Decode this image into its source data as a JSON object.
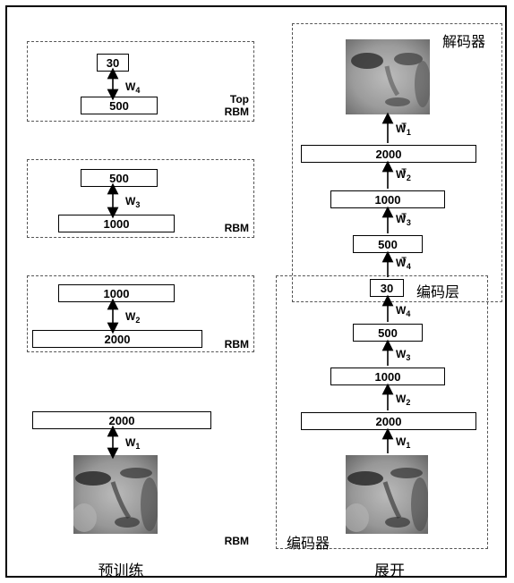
{
  "pretraining": {
    "caption": "预训练",
    "top_rbm": {
      "upper": "30",
      "lower": "500",
      "weight": "W",
      "weight_sub": "4",
      "tag_line1": "Top",
      "tag_line2": "RBM"
    },
    "rbm3": {
      "upper": "500",
      "lower": "1000",
      "weight": "W",
      "weight_sub": "3",
      "tag": "RBM"
    },
    "rbm2": {
      "upper": "1000",
      "lower": "2000",
      "weight": "W",
      "weight_sub": "2",
      "tag": "RBM"
    },
    "rbm1": {
      "upper": "2000",
      "weight": "W",
      "weight_sub": "1",
      "tag": "RBM"
    }
  },
  "unrolling": {
    "caption": "展开",
    "decoder_label": "解码器",
    "code_layer_label": "编码层",
    "encoder_label": "编码器",
    "decoder_units": [
      "2000",
      "1000",
      "500"
    ],
    "code_unit": "30",
    "encoder_units": [
      "500",
      "1000",
      "2000"
    ],
    "decoder_weights": [
      {
        "w": "W",
        "sub": "1",
        "sup": "T"
      },
      {
        "w": "W",
        "sub": "2",
        "sup": "T"
      },
      {
        "w": "W",
        "sub": "3",
        "sup": "T"
      },
      {
        "w": "W",
        "sub": "4",
        "sup": "T"
      }
    ],
    "encoder_weights": [
      {
        "w": "W",
        "sub": "4"
      },
      {
        "w": "W",
        "sub": "3"
      },
      {
        "w": "W",
        "sub": "2"
      },
      {
        "w": "W",
        "sub": "1"
      }
    ]
  }
}
